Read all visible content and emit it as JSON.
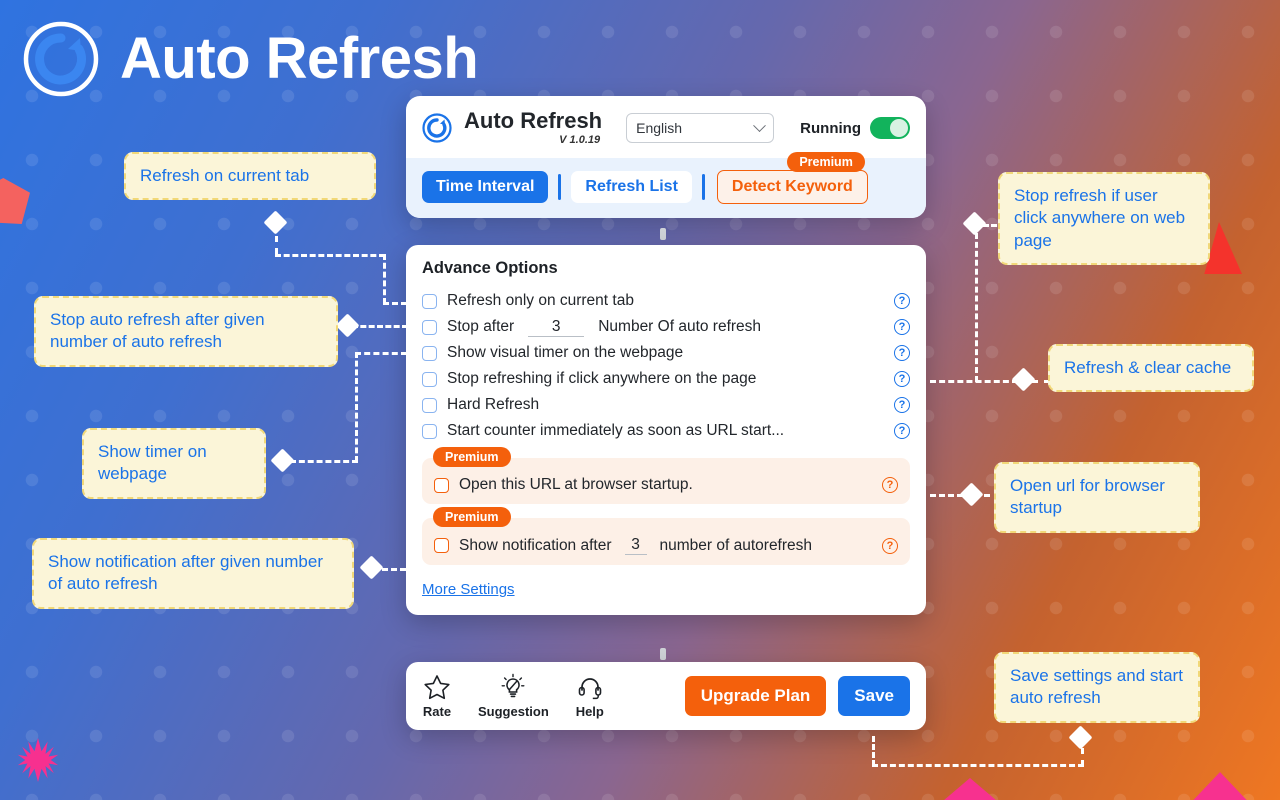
{
  "page": {
    "title": "Auto Refresh",
    "logo_icon": "circular-refresh-icon"
  },
  "extension": {
    "title": "Auto Refresh",
    "version": "V 1.0.19",
    "language": {
      "selected": "English",
      "chevron": "chevron-down-icon"
    },
    "status": {
      "label": "Running",
      "enabled": true
    },
    "tabs": [
      {
        "label": "Time Interval",
        "active": true
      },
      {
        "label": "Refresh List",
        "active": false
      },
      {
        "label": "Detect Keyword",
        "active": false,
        "badge": "Premium"
      }
    ],
    "advance_options": {
      "title": "Advance Options",
      "items": [
        {
          "label": "Refresh only on current tab",
          "checked": false,
          "help": true
        },
        {
          "label_before": "Stop after",
          "value": "3",
          "label_after": "Number Of auto refresh",
          "checked": false,
          "help": true
        },
        {
          "label": "Show visual timer on the webpage",
          "checked": false,
          "help": true
        },
        {
          "label": "Stop refreshing if click anywhere on the page",
          "checked": false,
          "help": true
        },
        {
          "label": "Hard Refresh",
          "checked": false,
          "help": true
        },
        {
          "label": "Start counter immediately as soon as URL start...",
          "checked": false,
          "help": true
        }
      ],
      "premium_rows": [
        {
          "badge": "Premium",
          "label": "Open this URL at browser startup.",
          "checked": false,
          "help": true
        },
        {
          "badge": "Premium",
          "label_before": "Show notification after",
          "value": "3",
          "label_after": "number of autorefresh",
          "checked": false,
          "help": true
        }
      ],
      "more_settings_link": "More Settings"
    },
    "footer": {
      "actions": [
        {
          "label": "Rate",
          "icon": "star-icon"
        },
        {
          "label": "Suggestion",
          "icon": "lightbulb-icon"
        },
        {
          "label": "Help",
          "icon": "headset-icon"
        }
      ],
      "upgrade_label": "Upgrade Plan",
      "save_label": "Save"
    }
  },
  "callouts": [
    {
      "id": "refresh-current-tab",
      "text": "Refresh on current tab"
    },
    {
      "id": "stop-after-count",
      "text": "Stop auto refresh after given number of auto refresh"
    },
    {
      "id": "show-timer",
      "text": "Show timer on webpage"
    },
    {
      "id": "show-notification",
      "text": "Show notification after given number of auto refresh"
    },
    {
      "id": "stop-on-click",
      "text": "Stop refresh if user click anywhere on web page"
    },
    {
      "id": "refresh-clear-cache",
      "text": "Refresh & clear cache"
    },
    {
      "id": "open-url-startup",
      "text": "Open url for browser startup"
    },
    {
      "id": "save-start",
      "text": "Save settings and start auto refresh"
    }
  ],
  "colors": {
    "brand_blue": "#1a73e8",
    "premium_orange": "#f4600c",
    "toggle_green": "#12b35c",
    "callout_bg": "#fbf5d8",
    "callout_border": "#f1d878"
  }
}
